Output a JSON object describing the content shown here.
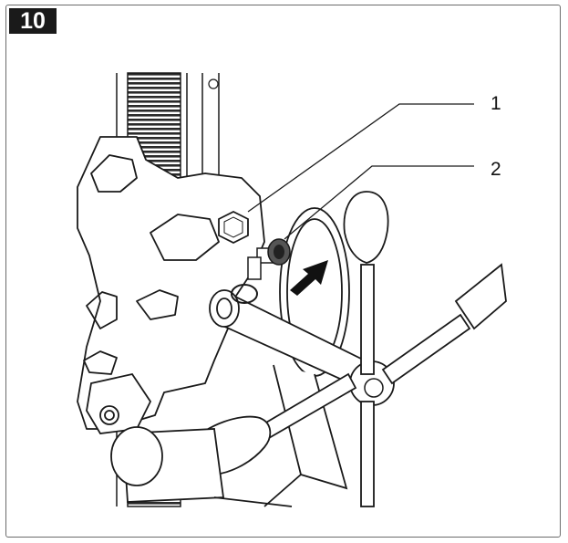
{
  "figure": {
    "number": "10"
  },
  "callouts": [
    {
      "label": "1"
    },
    {
      "label": "2"
    }
  ],
  "colors": {
    "line": "#1a1a1a",
    "shade": "#555555",
    "paper": "#ffffff",
    "frame": "#6b6b6b"
  }
}
